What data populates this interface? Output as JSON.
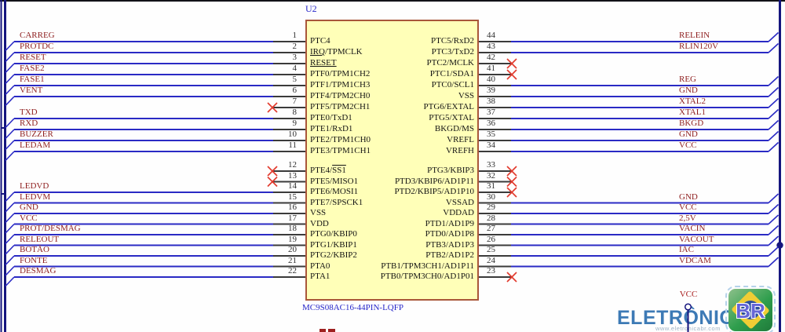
{
  "component": {
    "designator": "U2",
    "part_name": "MC9S08AC16-44PIN-LQFP"
  },
  "power_symbol": {
    "label": "VCC"
  },
  "logo": {
    "title": "ELETRÔNICA",
    "badge": "BR",
    "url": "www.eletronicabr.com"
  },
  "colors": {
    "wire": "#2a2ac4",
    "bus": "#15157e",
    "pin_stub": "#3a3a3a",
    "no_connect_x": "#e23b2e",
    "net_label": "#8e1e1e",
    "chip_fill": "#ffffb8",
    "chip_border": "#a9573a",
    "component_text": "#2626c9"
  },
  "pins": {
    "left": [
      {
        "num": "1",
        "func": "PTC4",
        "net": "CARREG"
      },
      {
        "num": "2",
        "func": "IRQ/TPMCLK",
        "bar": {
          "text": "IRQ",
          "style": "under"
        },
        "net": "PROTDC"
      },
      {
        "num": "3",
        "func": "RESET",
        "bar": {
          "text": "RESET",
          "style": "under"
        },
        "net": "RESET"
      },
      {
        "num": "4",
        "func": "PTF0/TPM1CH2",
        "net": "FASE2"
      },
      {
        "num": "5",
        "func": "PTF1/TPM1CH3",
        "net": "FASE1"
      },
      {
        "num": "6",
        "func": "PTF4/TPM2CH0",
        "net": "VENT"
      },
      {
        "num": "7",
        "func": "PTF5/TPM2CH1",
        "net": null
      },
      {
        "num": "8",
        "func": "PTE0/TxD1",
        "net": "TXD"
      },
      {
        "num": "9",
        "func": "PTE1/RxD1",
        "net": "RXD"
      },
      {
        "num": "10",
        "func": "PTE2/TPM1CH0",
        "net": "BUZZER"
      },
      {
        "num": "11",
        "func": "PTE3/TPM1CH1",
        "net": "LEDAM"
      },
      {
        "num": "12",
        "func": "PTE4/SS1",
        "bar": {
          "text": "SS1",
          "style": "over"
        },
        "net": null
      },
      {
        "num": "13",
        "func": "PTE5/MISO1",
        "net": null
      },
      {
        "num": "14",
        "func": "PTE6/MOSI1",
        "net": "LEDVD"
      },
      {
        "num": "15",
        "func": "PTE7/SPSCK1",
        "net": "LEDVM"
      },
      {
        "num": "16",
        "func": "VSS",
        "net": "GND"
      },
      {
        "num": "17",
        "func": "VDD",
        "net": "VCC"
      },
      {
        "num": "18",
        "func": "PTG0/KBIP0",
        "net": "PROT/DESMAG"
      },
      {
        "num": "19",
        "func": "PTG1/KBIP1",
        "net": "RELEOUT"
      },
      {
        "num": "20",
        "func": "PTG2/KBIP2",
        "net": "BOTÃO"
      },
      {
        "num": "21",
        "func": "PTA0",
        "net": "FONTE"
      },
      {
        "num": "22",
        "func": "PTA1",
        "net": "DESMAG"
      }
    ],
    "right": [
      {
        "num": "44",
        "func": "PTC5/RxD2",
        "net": "RELEIN"
      },
      {
        "num": "43",
        "func": "PTC3/TxD2",
        "net": "RLIN120V"
      },
      {
        "num": "42",
        "func": "PTC2/MCLK",
        "net": null
      },
      {
        "num": "41",
        "func": "PTC1/SDA1",
        "net": null
      },
      {
        "num": "40",
        "func": "PTC0/SCL1",
        "net": "REG"
      },
      {
        "num": "39",
        "func": "VSS",
        "net": "GND"
      },
      {
        "num": "38",
        "func": "PTG6/EXTAL",
        "net": "XTAL2"
      },
      {
        "num": "37",
        "func": "PTG5/XTAL",
        "net": "XTAL1"
      },
      {
        "num": "36",
        "func": "BKGD/MS",
        "net": "BKGD"
      },
      {
        "num": "35",
        "func": "VREFL",
        "net": "GND"
      },
      {
        "num": "34",
        "func": "VREFH",
        "net": "VCC"
      },
      {
        "num": "33",
        "func": "PTG3/KBIP3",
        "net": null
      },
      {
        "num": "32",
        "func": "PTD3/KBIP6/AD1P11",
        "net": null
      },
      {
        "num": "31",
        "func": "PTD2/KBIP5/AD1P10",
        "net": null
      },
      {
        "num": "30",
        "func": "VSSAD",
        "net": "GND"
      },
      {
        "num": "29",
        "func": "VDDAD",
        "net": "VCC"
      },
      {
        "num": "28",
        "func": "PTD1/AD1P9",
        "net": "2,5V"
      },
      {
        "num": "27",
        "func": "PTD0/AD1P8",
        "net": "VACIN"
      },
      {
        "num": "26",
        "func": "PTB3/AD1P3",
        "net": "VACOUT",
        "junction": true
      },
      {
        "num": "25",
        "func": "PTB2/AD1P2",
        "net": "IAC"
      },
      {
        "num": "24",
        "func": "PTB1/TPM3CH1/AD1P11",
        "net": "VDCAM"
      },
      {
        "num": "23",
        "func": "PTB0/TPM3CH0/AD1P01",
        "net": null
      }
    ]
  }
}
